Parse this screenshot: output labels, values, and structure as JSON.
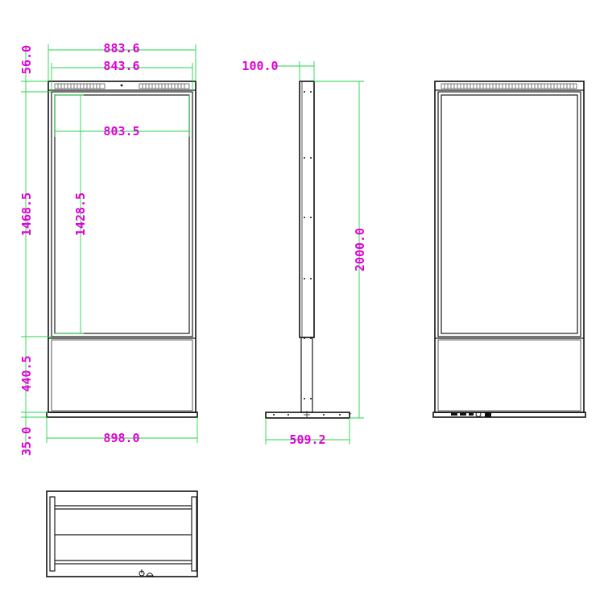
{
  "colors": {
    "line": "#1a1a1a",
    "dimension_line": "#22d64a",
    "dimension_text": "#e000d8",
    "background": "#ffffff"
  },
  "dimensions": {
    "overall_width": "883.6",
    "bezel_width": "843.6",
    "screen_width": "803.5",
    "top_cap_height": "56.0",
    "display_height": "1468.5",
    "screen_height": "1428.5",
    "lower_cabinet_height": "440.5",
    "base_height": "35.0",
    "base_width": "898.0",
    "side_depth": "100.0",
    "total_height": "2000.0",
    "base_depth": "509.2"
  }
}
